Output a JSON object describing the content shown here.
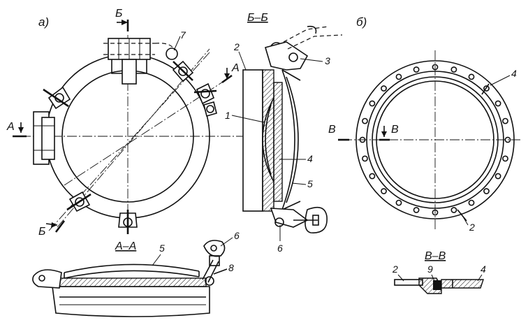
{
  "view_labels": {
    "view_a": "а)",
    "view_b": "б)"
  },
  "section_labels": {
    "b_b": "Б–Б",
    "a_a": "А–А",
    "v_v": "В–В"
  },
  "cut_letters": {
    "b_top": "Б",
    "b_bottom": "Б",
    "a_left": "А",
    "a_right": "А",
    "v_left": "В",
    "v_right": "В"
  },
  "callouts": {
    "n1": "1",
    "n2_bb": "2",
    "n3": "3",
    "n4_bb": "4",
    "n5_bb": "5",
    "n6_bb": "6",
    "n7": "7",
    "n5_aa": "5",
    "n6_aa": "6",
    "n8": "8",
    "n4_b": "4",
    "n2_b": "2",
    "n2_vv": "2",
    "n9": "9",
    "n4_vv": "4"
  },
  "colors": {
    "ink": "#111111",
    "paper": "#ffffff"
  }
}
